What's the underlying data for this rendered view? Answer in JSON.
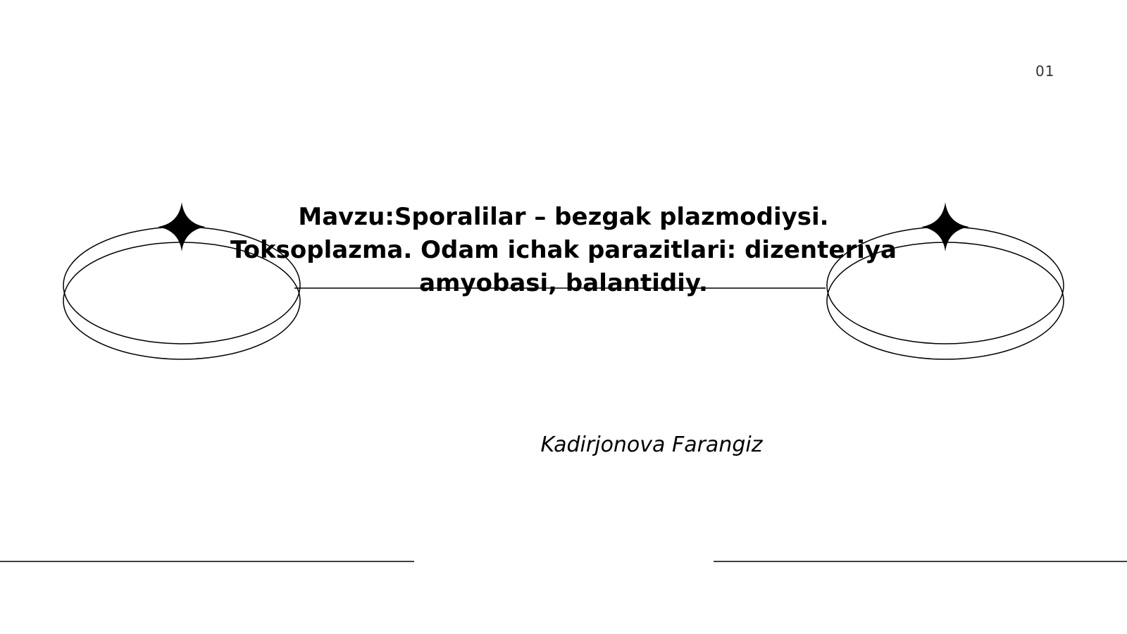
{
  "slide": {
    "page_number": "01",
    "title_lines": [
      "Mavzu:Sporalilar – bezgak plazmodiysi.",
      "Toksoplazma. Odam ichak parazitlari: dizenteriya",
      "amyobasi, balantidiy."
    ],
    "author": "Kadirjonova Farangiz"
  },
  "colors": {
    "background": "#ffffff",
    "ink": "#000000"
  }
}
